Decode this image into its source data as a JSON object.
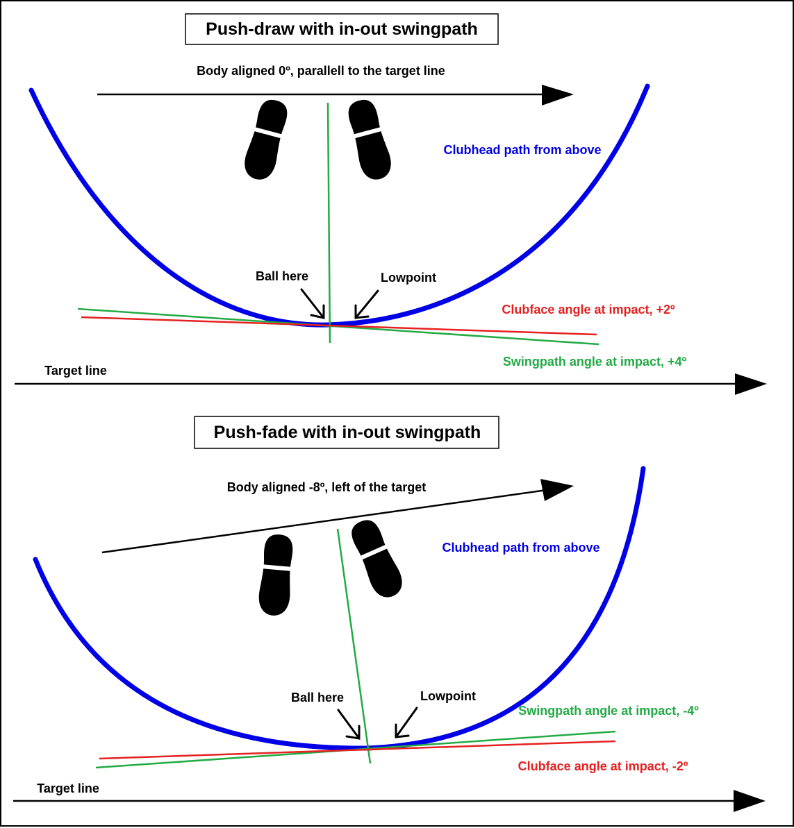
{
  "top_panel": {
    "title": "Push-draw with in-out swingpath",
    "body_label": "Body aligned 0º, parallell to the target line",
    "clubhead_label": "Clubhead path from above",
    "ball_label": "Ball here",
    "lowpoint_label": "Lowpoint",
    "clubface_label": "Clubface angle at impact, +2º",
    "swingpath_label": "Swingpath angle at impact, +4º",
    "target_label": "Target line"
  },
  "bottom_panel": {
    "title": "Push-fade with in-out swingpath",
    "body_label": "Body aligned -8º, left of the target",
    "clubhead_label": "Clubhead path from above",
    "ball_label": "Ball here",
    "lowpoint_label": "Lowpoint",
    "swingpath_label": "Swingpath angle at impact, -4º",
    "clubface_label": "Clubface angle at impact, -2º",
    "target_label": "Target line"
  },
  "colors": {
    "clubhead_path": "#0000e6",
    "clubface_line": "#e62020",
    "swingpath_line": "#22aa44",
    "ink": "#000000"
  },
  "icons": [
    "footprint-icon",
    "arrow-icon"
  ]
}
